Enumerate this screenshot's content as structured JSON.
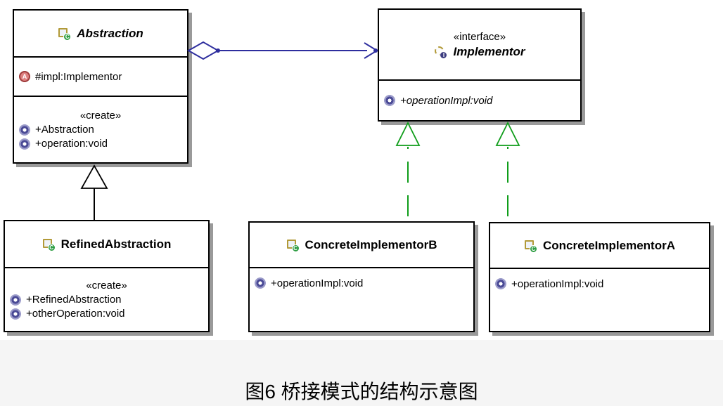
{
  "caption": "图6  桥接模式的结构示意图",
  "colors": {
    "aggregation": "#2e2e9e",
    "realization": "#0f9d1a",
    "generalization": "#000000",
    "box_border": "#000000",
    "box_shadow": "#9a9a9a",
    "footer_background": "#f5f5f5"
  },
  "icons": {
    "class_badge": "C",
    "interface_badge": "I",
    "attribute_badge": "A"
  },
  "classes": {
    "abstraction": {
      "name": "Abstraction",
      "attributes": [
        {
          "icon": "protected-attribute-icon",
          "text": "#impl:Implementor"
        }
      ],
      "create_stereotype": "«create»",
      "methods": [
        {
          "icon": "public-method-icon",
          "text": "+Abstraction"
        },
        {
          "icon": "public-method-icon",
          "text": "+operation:void"
        }
      ]
    },
    "implementor": {
      "stereotype": "«interface»",
      "name": "Implementor",
      "methods": [
        {
          "icon": "public-method-icon",
          "text": "+operationImpl:void"
        }
      ]
    },
    "refined_abstraction": {
      "name": "RefinedAbstraction",
      "create_stereotype": "«create»",
      "methods": [
        {
          "icon": "public-method-icon",
          "text": "+RefinedAbstraction"
        },
        {
          "icon": "public-method-icon",
          "text": "+otherOperation:void"
        }
      ]
    },
    "concrete_implementor_b": {
      "name": "ConcreteImplementorB",
      "methods": [
        {
          "icon": "public-method-icon",
          "text": "+operationImpl:void"
        }
      ]
    },
    "concrete_implementor_a": {
      "name": "ConcreteImplementorA",
      "methods": [
        {
          "icon": "public-method-icon",
          "text": "+operationImpl:void"
        }
      ]
    }
  },
  "relations": [
    {
      "type": "aggregation",
      "from": "Abstraction",
      "to": "Implementor"
    },
    {
      "type": "generalization",
      "from": "RefinedAbstraction",
      "to": "Abstraction"
    },
    {
      "type": "realization",
      "from": "ConcreteImplementorB",
      "to": "Implementor"
    },
    {
      "type": "realization",
      "from": "ConcreteImplementorA",
      "to": "Implementor"
    }
  ]
}
